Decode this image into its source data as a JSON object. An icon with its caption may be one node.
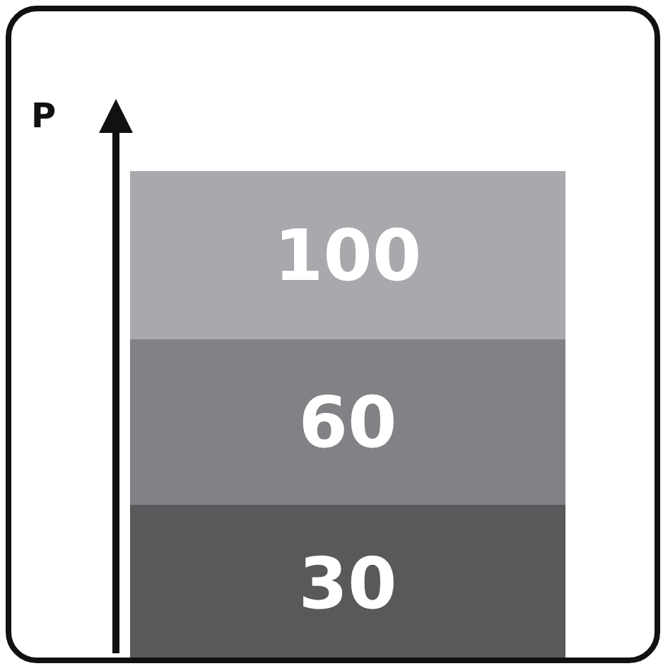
{
  "diagram": {
    "nodes": [
      {
        "text": [
          "100"
        ]
      },
      {
        "text": [
          "60"
        ]
      },
      {
        "text": [
          "30"
        ]
      }
    ],
    "labels": [
      "P"
    ]
  }
}
